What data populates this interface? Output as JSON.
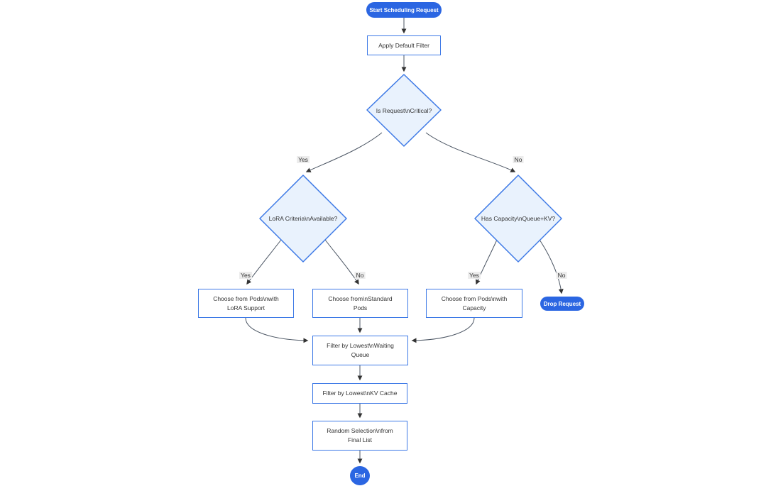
{
  "flowchart": {
    "type": "flowchart",
    "nodes": {
      "start": {
        "label": "Start Scheduling Request",
        "shape": "stadium"
      },
      "apply_default_filter": {
        "label": "Apply Default Filter",
        "shape": "rect"
      },
      "is_request_critical": {
        "label": "Is Request\\nCritical?",
        "shape": "diamond"
      },
      "lora_criteria_available": {
        "label": "LoRA Criteria\\nAvailable?",
        "shape": "diamond"
      },
      "has_capacity_queue_kv": {
        "label": "Has Capacity\\nQueue+KV?",
        "shape": "diamond"
      },
      "choose_pods_with_lora": {
        "label": "Choose from Pods\\nwith LoRA Support",
        "lines": [
          "Choose from Pods\\nwith",
          "LoRA Support"
        ],
        "shape": "rect"
      },
      "choose_standard_pods": {
        "label": "Choose from\\nStandard Pods",
        "lines": [
          "Choose from\\nStandard",
          "Pods"
        ],
        "shape": "rect"
      },
      "choose_pods_with_capacity": {
        "label": "Choose from Pods\\nwith Capacity",
        "lines": [
          "Choose from Pods\\nwith",
          "Capacity"
        ],
        "shape": "rect"
      },
      "drop_request": {
        "label": "Drop Request",
        "shape": "stadium"
      },
      "filter_lowest_waiting_queue": {
        "label": "Filter by Lowest\\nWaiting Queue",
        "lines": [
          "Filter by Lowest\\nWaiting",
          "Queue"
        ],
        "shape": "rect"
      },
      "filter_lowest_kv_cache": {
        "label": "Filter by Lowest\\nKV Cache",
        "shape": "rect"
      },
      "random_selection_from_final_list": {
        "label": "Random Selection\\nfrom Final List",
        "lines": [
          "Random Selection\\nfrom",
          "Final List"
        ],
        "shape": "rect"
      },
      "end": {
        "label": "End",
        "shape": "stadium"
      }
    },
    "edges": [
      {
        "from": "start",
        "to": "apply_default_filter"
      },
      {
        "from": "apply_default_filter",
        "to": "is_request_critical"
      },
      {
        "from": "is_request_critical",
        "to": "lora_criteria_available",
        "label": "Yes"
      },
      {
        "from": "is_request_critical",
        "to": "has_capacity_queue_kv",
        "label": "No"
      },
      {
        "from": "lora_criteria_available",
        "to": "choose_pods_with_lora",
        "label": "Yes"
      },
      {
        "from": "lora_criteria_available",
        "to": "choose_standard_pods",
        "label": "No"
      },
      {
        "from": "has_capacity_queue_kv",
        "to": "choose_pods_with_capacity",
        "label": "Yes"
      },
      {
        "from": "has_capacity_queue_kv",
        "to": "drop_request",
        "label": "No"
      },
      {
        "from": "choose_pods_with_lora",
        "to": "filter_lowest_waiting_queue"
      },
      {
        "from": "choose_standard_pods",
        "to": "filter_lowest_waiting_queue"
      },
      {
        "from": "choose_pods_with_capacity",
        "to": "filter_lowest_waiting_queue"
      },
      {
        "from": "filter_lowest_waiting_queue",
        "to": "filter_lowest_kv_cache"
      },
      {
        "from": "filter_lowest_kv_cache",
        "to": "random_selection_from_final_list"
      },
      {
        "from": "random_selection_from_final_list",
        "to": "end"
      }
    ],
    "colors": {
      "accent_blue": "#2b66e2",
      "node_border_blue": "#3d79e6",
      "decision_fill": "#e9f2fd",
      "edge_line": "#4b5563",
      "arrowhead": "#333333",
      "edge_label_bg": "#ececec",
      "text": "#333333",
      "background": "#ffffff"
    }
  }
}
